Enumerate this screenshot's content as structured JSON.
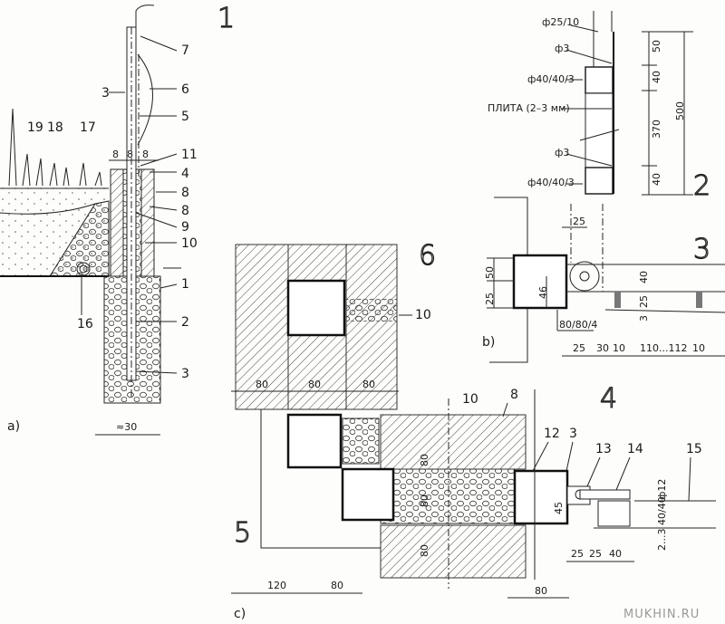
{
  "figure_numbers": {
    "f1": "1",
    "f2": "2",
    "f3": "3",
    "f4": "4",
    "f5": "5",
    "f6": "6"
  },
  "panel_labels": {
    "a": "a)",
    "b": "b)",
    "c": "c)"
  },
  "fig1": {
    "callouts": [
      "7",
      "6",
      "5",
      "3",
      "11",
      "4",
      "8",
      "8",
      "9",
      "10",
      "19",
      "18",
      "17",
      "1",
      "2",
      "16",
      "3"
    ],
    "dims": [
      "8",
      "8",
      "8",
      "≈30"
    ]
  },
  "fig2": {
    "labels": [
      "ф25/10",
      "ф3",
      "ф40/40/3",
      "ПЛИТА (2–3 мм)",
      "ф3",
      "ф40/40/3"
    ],
    "dims": [
      "50",
      "40",
      "370",
      "40",
      "500"
    ]
  },
  "fig3": {
    "dims": [
      "25",
      "50",
      "25",
      "46",
      "40",
      "25",
      "3",
      "80/80/4"
    ],
    "bottom_dims": [
      "25",
      "30",
      "10",
      "110...112",
      "10"
    ]
  },
  "figc": {
    "callouts": [
      "10",
      "10",
      "8",
      "12",
      "3",
      "13",
      "14",
      "15"
    ],
    "dims_top": [
      "80",
      "80",
      "80"
    ],
    "dims_mid": [
      "80",
      "80",
      "80",
      "45"
    ],
    "dims_right": [
      "ф12",
      "40/40",
      "2...3",
      "25",
      "25",
      "40",
      "80"
    ],
    "dims_bottom": [
      "120",
      "80"
    ]
  },
  "watermark": "MUKHIN.RU"
}
